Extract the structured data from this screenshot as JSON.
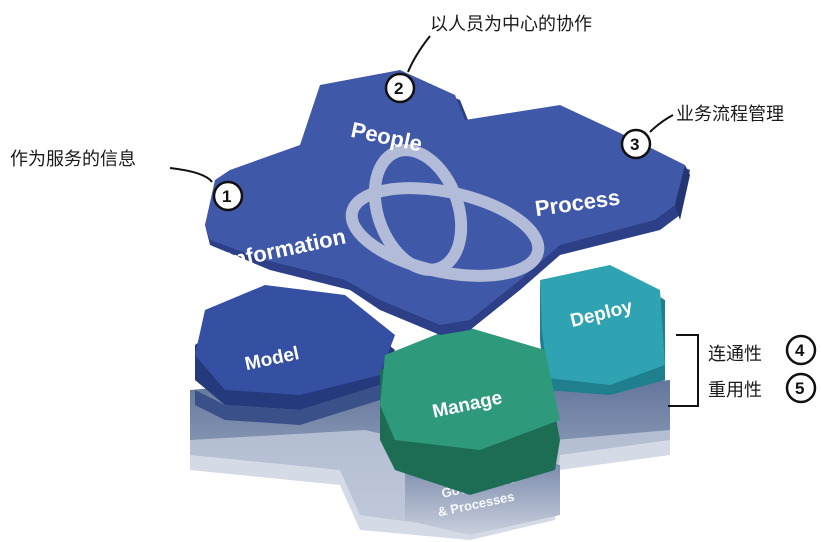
{
  "colors": {
    "top_face": "#3f58a8",
    "top_side": "#2c3f87",
    "model_face": "#3550a3",
    "deploy_face": "#2fa3b2",
    "manage_face": "#2f9a7b",
    "base_layer": "#5e7196",
    "governance": "#8c98b4",
    "rings": "#c7cde0"
  },
  "hexagons": {
    "people": "People",
    "process": "Process",
    "information": "Information",
    "model": "Model",
    "deploy": "Deploy",
    "manage": "Manage",
    "governance_line1": "Governance",
    "governance_line2": "& Processes"
  },
  "callouts": {
    "c1": {
      "num": "1",
      "text": "作为服务的信息"
    },
    "c2": {
      "num": "2",
      "text": "以人员为中心的协作"
    },
    "c3": {
      "num": "3",
      "text": "业务流程管理"
    },
    "c4": {
      "num": "4",
      "text": "连通性"
    },
    "c5": {
      "num": "5",
      "text": "重用性"
    }
  }
}
